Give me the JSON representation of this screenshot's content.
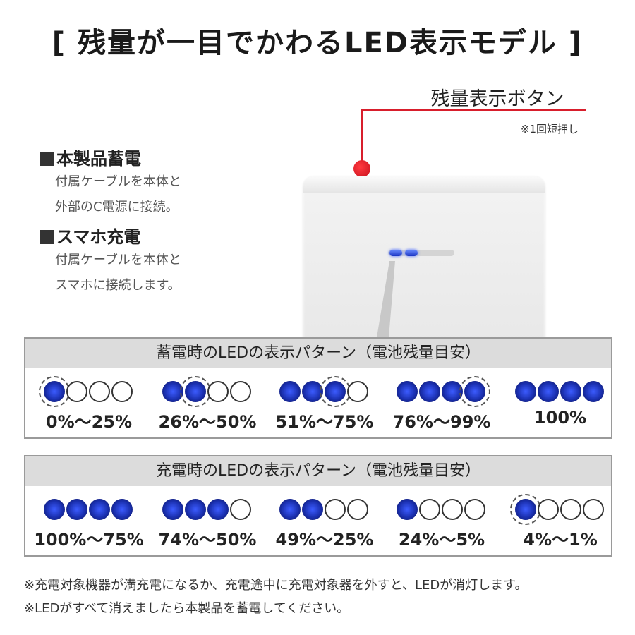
{
  "title": "[ 残量が一目でかわるLED表示モデル ]",
  "button_callout": {
    "label": "残量表示ボタン",
    "note": "※1回短押し"
  },
  "info_sections": [
    {
      "heading": "本製品蓄電",
      "lines": [
        "付属ケーブルを本体と",
        "外部のC電源に接続。"
      ]
    },
    {
      "heading": "スマホ充電",
      "lines": [
        "付属ケーブルを本体と",
        "スマホに接続します。"
      ]
    }
  ],
  "device": {
    "lit_segments": 2,
    "total_segments": 4,
    "led_color": "#2b47e0"
  },
  "storage_panel": {
    "heading": "蓄電時のLEDの表示パターン（電池残量目安）",
    "patterns": [
      {
        "label": "0%～25%",
        "lit": 0,
        "blink": 0
      },
      {
        "label": "26%～50%",
        "lit": 1,
        "blink": 1
      },
      {
        "label": "51%～75%",
        "lit": 2,
        "blink": 2
      },
      {
        "label": "76%～99%",
        "lit": 3,
        "blink": 3
      },
      {
        "label": "100%",
        "lit": 4,
        "blink": -1
      }
    ]
  },
  "charging_panel": {
    "heading": "充電時のLEDの表示パターン（電池残量目安）",
    "patterns": [
      {
        "label": "100%～75%",
        "lit": 4,
        "blink": -1
      },
      {
        "label": "74%～50%",
        "lit": 3,
        "blink": -1
      },
      {
        "label": "49%～25%",
        "lit": 2,
        "blink": -1
      },
      {
        "label": "24%～5%",
        "lit": 1,
        "blink": -1
      },
      {
        "label": "4%～1%",
        "lit": 0,
        "blink": 0
      }
    ]
  },
  "footnotes": [
    "※充電対象機器が満充電になるか、充電途中に充電対象器を外すと、LEDが消灯します。",
    "※LEDがすべて消えましたら本製品を蓄電してください。"
  ],
  "colors": {
    "accent_red": "#d81e2c",
    "led_blue": "#1a2fae",
    "panel_border": "#9a9a9a",
    "panel_header": "#dcdcdc"
  }
}
